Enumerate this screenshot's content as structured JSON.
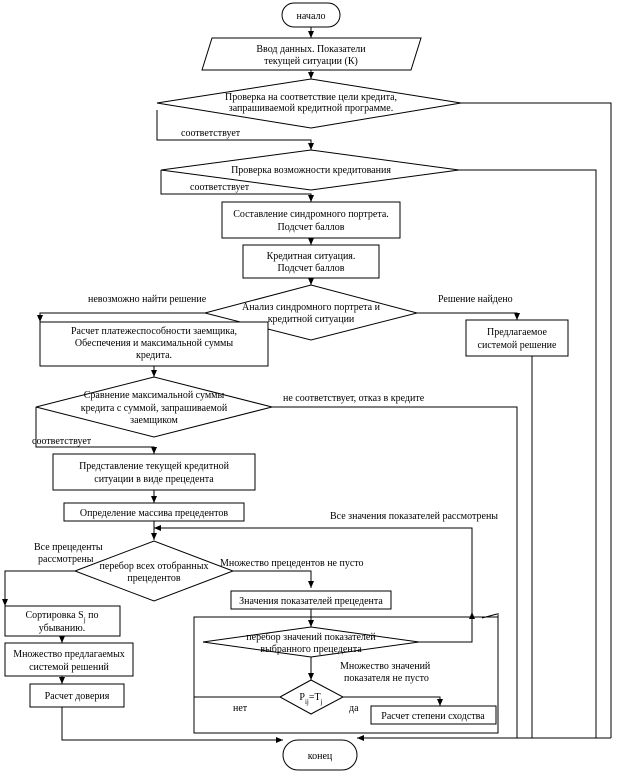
{
  "flowchart": {
    "start": "начало",
    "input": [
      "Ввод данных. Показатели",
      "текущей ситуации (К)"
    ],
    "check_goal": [
      "Проверка на соответствие цели кредита,",
      "запрашиваемой кредитной программе."
    ],
    "check_goal_yes": "соответствует",
    "check_credit": [
      "Проверка возможности кредитования"
    ],
    "check_credit_yes": "соответствует",
    "syndrome": [
      "Составление синдромного портрета.",
      "Подсчет баллов"
    ],
    "credit_situation": [
      "Кредитная ситуация.",
      "Подсчет баллов"
    ],
    "analysis": [
      "Анализ синдромного портрета и",
      "кредитной ситуации"
    ],
    "analysis_not_found": "невозможно найти решение",
    "analysis_found": "Решение найдено",
    "proposed": [
      "Предлагаемое",
      "системой решение"
    ],
    "calc_solvency": [
      "Расчет платежеспособности заемщика,",
      "Обеспечения и максимальной суммы",
      "кредита."
    ],
    "compare": [
      "Сравнение максимальной суммы",
      "кредита с суммой, запрашиваемой",
      "заемщиком"
    ],
    "compare_no": "не соответствует, отказ в кредите",
    "compare_yes": "соответствует",
    "precedent": [
      "Представление текущей кредитной",
      "ситуации в виде прецедента"
    ],
    "define_array": [
      "Определение массива прецедентов"
    ],
    "all_values_reviewed": "Все значения показателей рассмотрены",
    "all_precedents_reviewed": [
      "Все прецеденты",
      "рассмотрены"
    ],
    "iterate_precedents": [
      "перебор всех отобранных",
      "прецедентов"
    ],
    "precedents_not_empty": "Множество прецедентов не пусто",
    "precedent_values": [
      "Значения показателей прецедента"
    ],
    "sort": [
      "Сортировка S<sub>j</sub> по",
      "убыванию."
    ],
    "set_proposed": [
      "Множество предлагаемых",
      "системой решений"
    ],
    "iterate_values": [
      "перебор значений показателей",
      "выбранного  прецедента"
    ],
    "values_not_empty": [
      "Множество значений",
      "показателя не пусто"
    ],
    "confidence": [
      "Расчет доверия"
    ],
    "condition": "P<sub>ij</sub>=T<sub>j</sub>",
    "cond_no": "нет",
    "cond_yes": "да",
    "similarity": [
      "Расчет степени сходства"
    ],
    "end": "конец"
  },
  "colors": {
    "stroke": "#000000",
    "fill": "#ffffff"
  }
}
